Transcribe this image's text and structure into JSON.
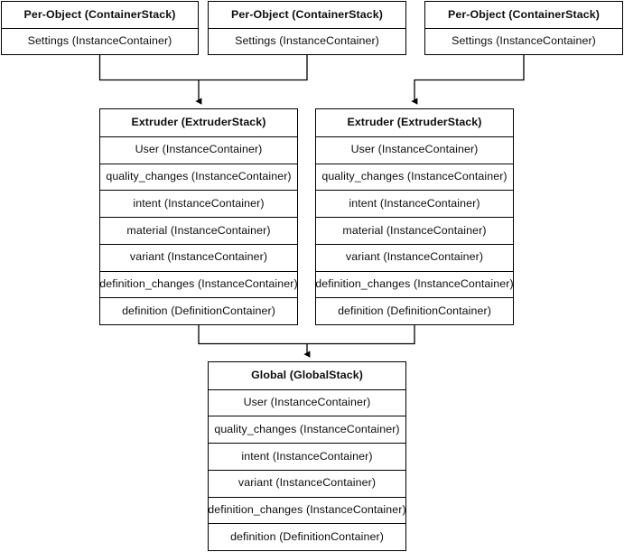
{
  "diagram": {
    "type": "container-stack-hierarchy",
    "background_color": "#ffffff",
    "line_color": "#000000",
    "text_color": "#0d0d0d",
    "per_object_nodes": [
      {
        "id": "per-object-1",
        "header": "Per-Object (ContainerStack)",
        "rows": [
          "Settings (InstanceContainer)"
        ]
      },
      {
        "id": "per-object-2",
        "header": "Per-Object (ContainerStack)",
        "rows": [
          "Settings (InstanceContainer)"
        ]
      },
      {
        "id": "per-object-3",
        "header": "Per-Object (ContainerStack)",
        "rows": [
          "Settings (InstanceContainer)"
        ]
      }
    ],
    "extruder_nodes": [
      {
        "id": "extruder-1",
        "header": "Extruder (ExtruderStack)",
        "rows": [
          "User (InstanceContainer)",
          "quality_changes (InstanceContainer)",
          "intent (InstanceContainer)",
          "material (InstanceContainer)",
          "variant (InstanceContainer)",
          "definition_changes (InstanceContainer)",
          "definition (DefinitionContainer)"
        ]
      },
      {
        "id": "extruder-2",
        "header": "Extruder (ExtruderStack)",
        "rows": [
          "User (InstanceContainer)",
          "quality_changes (InstanceContainer)",
          "intent (InstanceContainer)",
          "material (InstanceContainer)",
          "variant (InstanceContainer)",
          "definition_changes (InstanceContainer)",
          "definition (DefinitionContainer)"
        ]
      }
    ],
    "global_node": {
      "id": "global-1",
      "header": "Global (GlobalStack)",
      "rows": [
        "User (InstanceContainer)",
        "quality_changes (InstanceContainer)",
        "intent (InstanceContainer)",
        "variant (InstanceContainer)",
        "definition_changes (InstanceContainer)",
        "definition (DefinitionContainer)"
      ]
    },
    "edges": [
      {
        "from": "per-object-1",
        "to": "extruder-1",
        "style": "orthogonal-arrow"
      },
      {
        "from": "per-object-2",
        "to": "extruder-1",
        "style": "orthogonal-arrow"
      },
      {
        "from": "per-object-3",
        "to": "extruder-2",
        "style": "orthogonal-arrow"
      },
      {
        "from": "extruder-1",
        "to": "global-1",
        "style": "orthogonal-arrow"
      },
      {
        "from": "extruder-2",
        "to": "global-1",
        "style": "orthogonal-arrow"
      }
    ]
  }
}
